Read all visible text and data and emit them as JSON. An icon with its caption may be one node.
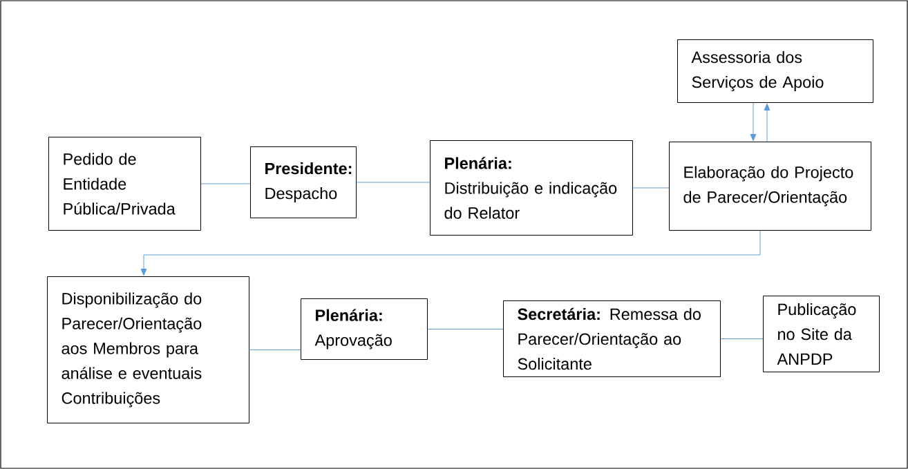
{
  "diagram": {
    "nodes": [
      {
        "text": [
          "Pedido de Entidade Pública/Privada"
        ]
      },
      {
        "text": [
          "Presidente:",
          "Despacho"
        ]
      },
      {
        "text": [
          "Plenária:",
          "Distribuição e indicação do Relator"
        ]
      },
      {
        "text": [
          "Assessoria dos Serviços de Apoio"
        ]
      },
      {
        "text": [
          "Elaboração do Projecto de Parecer/Orientação"
        ]
      },
      {
        "text": [
          "Disponibilização do Parecer/Orientação aos Membros para análise e eventuais Contribuições"
        ]
      },
      {
        "text": [
          "Plenária:",
          "Aprovação"
        ]
      },
      {
        "text": [
          "**Secretária:** Remessa do Parecer/Orientação ao Solicitante"
        ]
      },
      {
        "text": [
          "Publicação no Site da ANPDP"
        ]
      }
    ],
    "edges": [
      {
        "from": 0,
        "to": 1,
        "arrow": "none"
      },
      {
        "from": 1,
        "to": 2,
        "arrow": "none"
      },
      {
        "from": 2,
        "to": 4,
        "arrow": "none"
      },
      {
        "from": 3,
        "to": 4,
        "arrow": "to"
      },
      {
        "from": 4,
        "to": 3,
        "arrow": "to"
      },
      {
        "from": 4,
        "to": 5,
        "arrow": "to"
      },
      {
        "from": 5,
        "to": 6,
        "arrow": "none"
      },
      {
        "from": 6,
        "to": 7,
        "arrow": "none"
      },
      {
        "from": 7,
        "to": 8,
        "arrow": "none"
      }
    ]
  }
}
